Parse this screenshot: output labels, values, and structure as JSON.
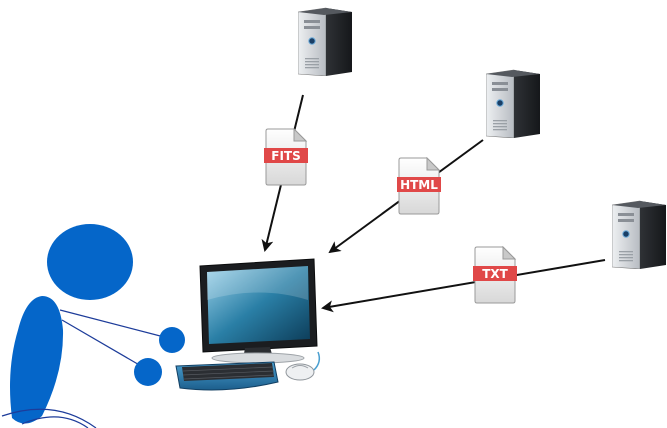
{
  "files": [
    {
      "id": "fits",
      "label": "FITS"
    },
    {
      "id": "html",
      "label": "HTML"
    },
    {
      "id": "txt",
      "label": "TXT"
    }
  ],
  "colors": {
    "person": "#0566c9",
    "server_body": "#3a3d42",
    "monitor_screen": "#2a7fa6",
    "file_band": "#e04848",
    "arrow": "#111111"
  },
  "icons": [
    "server-icon",
    "document-icon",
    "monitor-icon",
    "keyboard-icon",
    "mouse-icon",
    "person-figure"
  ]
}
